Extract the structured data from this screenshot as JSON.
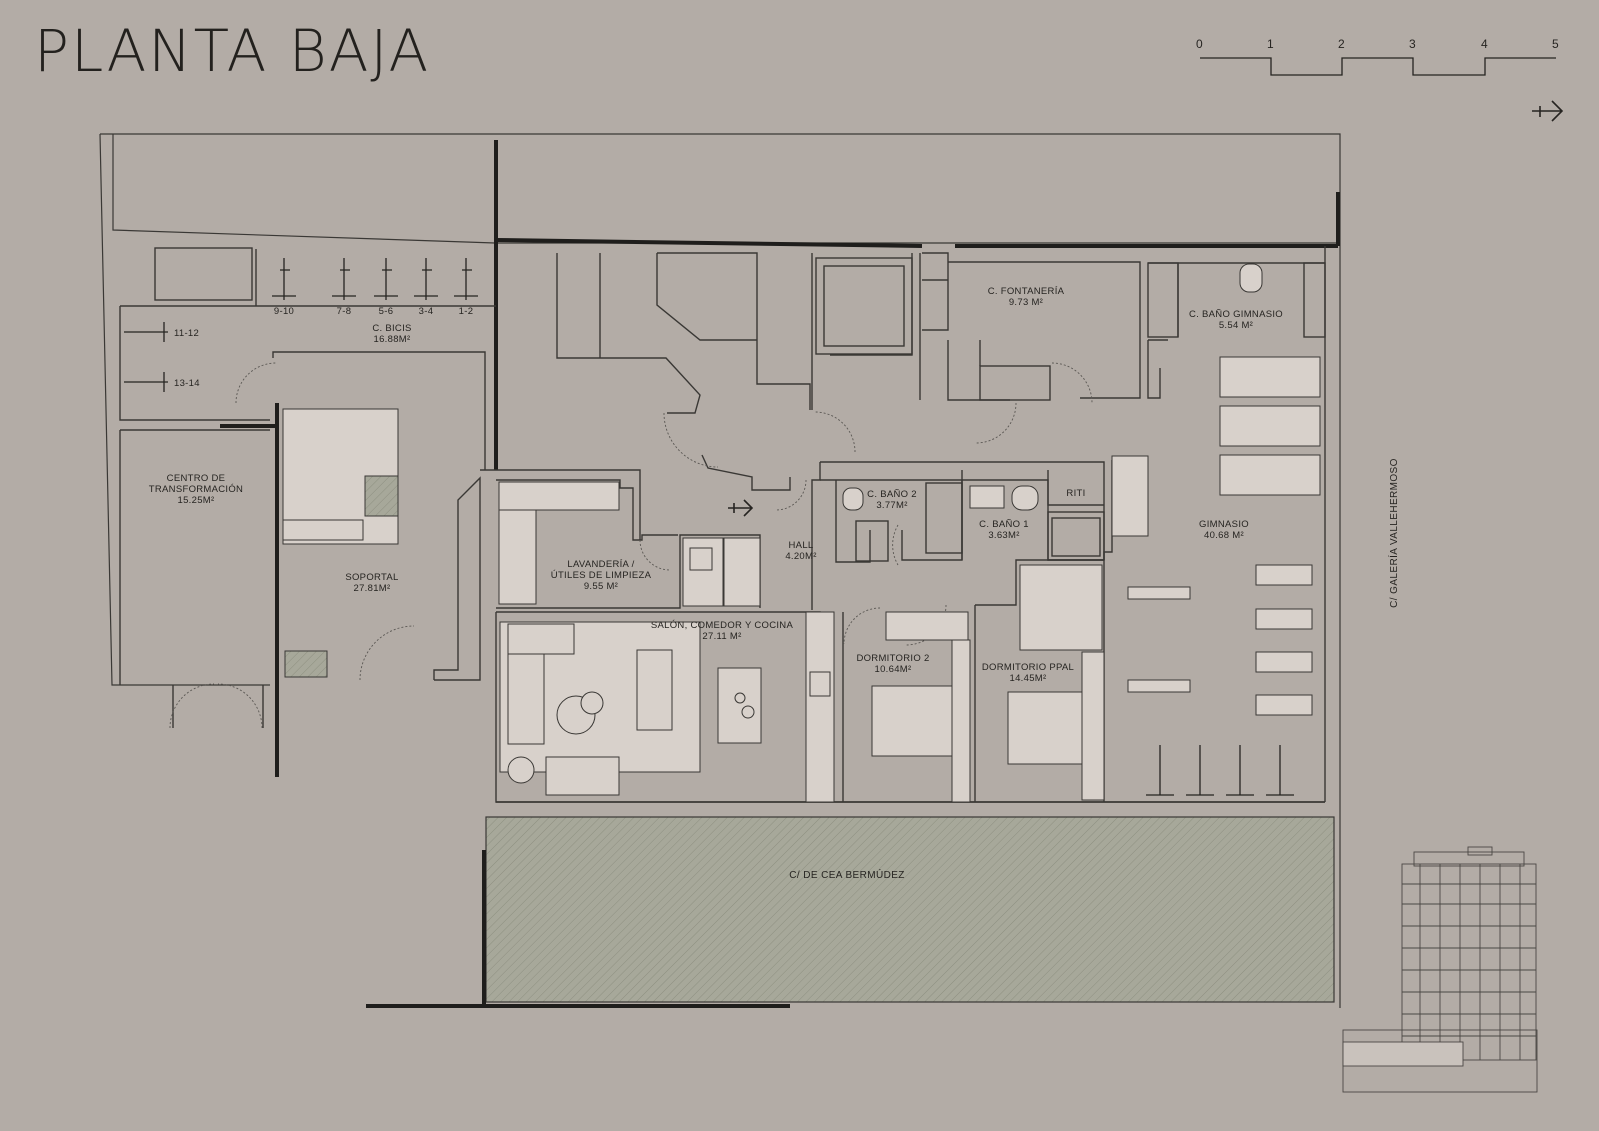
{
  "title": "PLANTA BAJA",
  "scale": {
    "ticks": [
      "0",
      "1",
      "2",
      "3",
      "4",
      "5"
    ]
  },
  "colors": {
    "background": "#b3aca6",
    "furniture": "#d8d1cb",
    "terrace": "#a7a89a",
    "wall": "#1f1e1c"
  },
  "icons": {
    "north": "north-arrow-icon",
    "entry": "entry-arrow-icon"
  },
  "streets": {
    "front": "C/ DE CEA BERMÚDEZ",
    "side": "C/ GALERÍA VALLEHERMOSO"
  },
  "rooms": {
    "bicis": {
      "name": "C. BICIS",
      "area": "16.88M²"
    },
    "transformacion": {
      "name1": "CENTRO DE",
      "name2": "TRANSFORMACIÓN",
      "area": "15.25M²"
    },
    "soportal": {
      "name": "SOPORTAL",
      "area": "27.81M²"
    },
    "fontaneria": {
      "name": "C. FONTANERÍA",
      "area": "9.73 M²"
    },
    "bano_gimnasio": {
      "name": "C. BAÑO GIMNASIO",
      "area": "5.54 M²"
    },
    "riti": {
      "name": "RITI"
    },
    "bano2": {
      "name": "C. BAÑO 2",
      "area": "3.77M²"
    },
    "bano1": {
      "name": "C. BAÑO 1",
      "area": "3.63M²"
    },
    "hall": {
      "name": "HALL",
      "area": "4.20M²"
    },
    "lavanderia": {
      "name1": "LAVANDERÍA /",
      "name2": "ÚTILES DE LIMPIEZA",
      "area": "9.55 M²"
    },
    "salon": {
      "name": "SALÓN, COMEDOR Y COCINA",
      "area": "27.11 M²"
    },
    "dormitorio2": {
      "name": "DORMITORIO 2",
      "area": "10.64M²"
    },
    "dormitorio_ppal": {
      "name": "DORMITORIO PPAL",
      "area": "14.45M²"
    },
    "gimnasio": {
      "name": "GIMNASIO",
      "area": "40.68 M²"
    }
  },
  "bike_spots": [
    "9-10",
    "7-8",
    "5-6",
    "3-4",
    "1-2",
    "11-12",
    "13-14"
  ]
}
